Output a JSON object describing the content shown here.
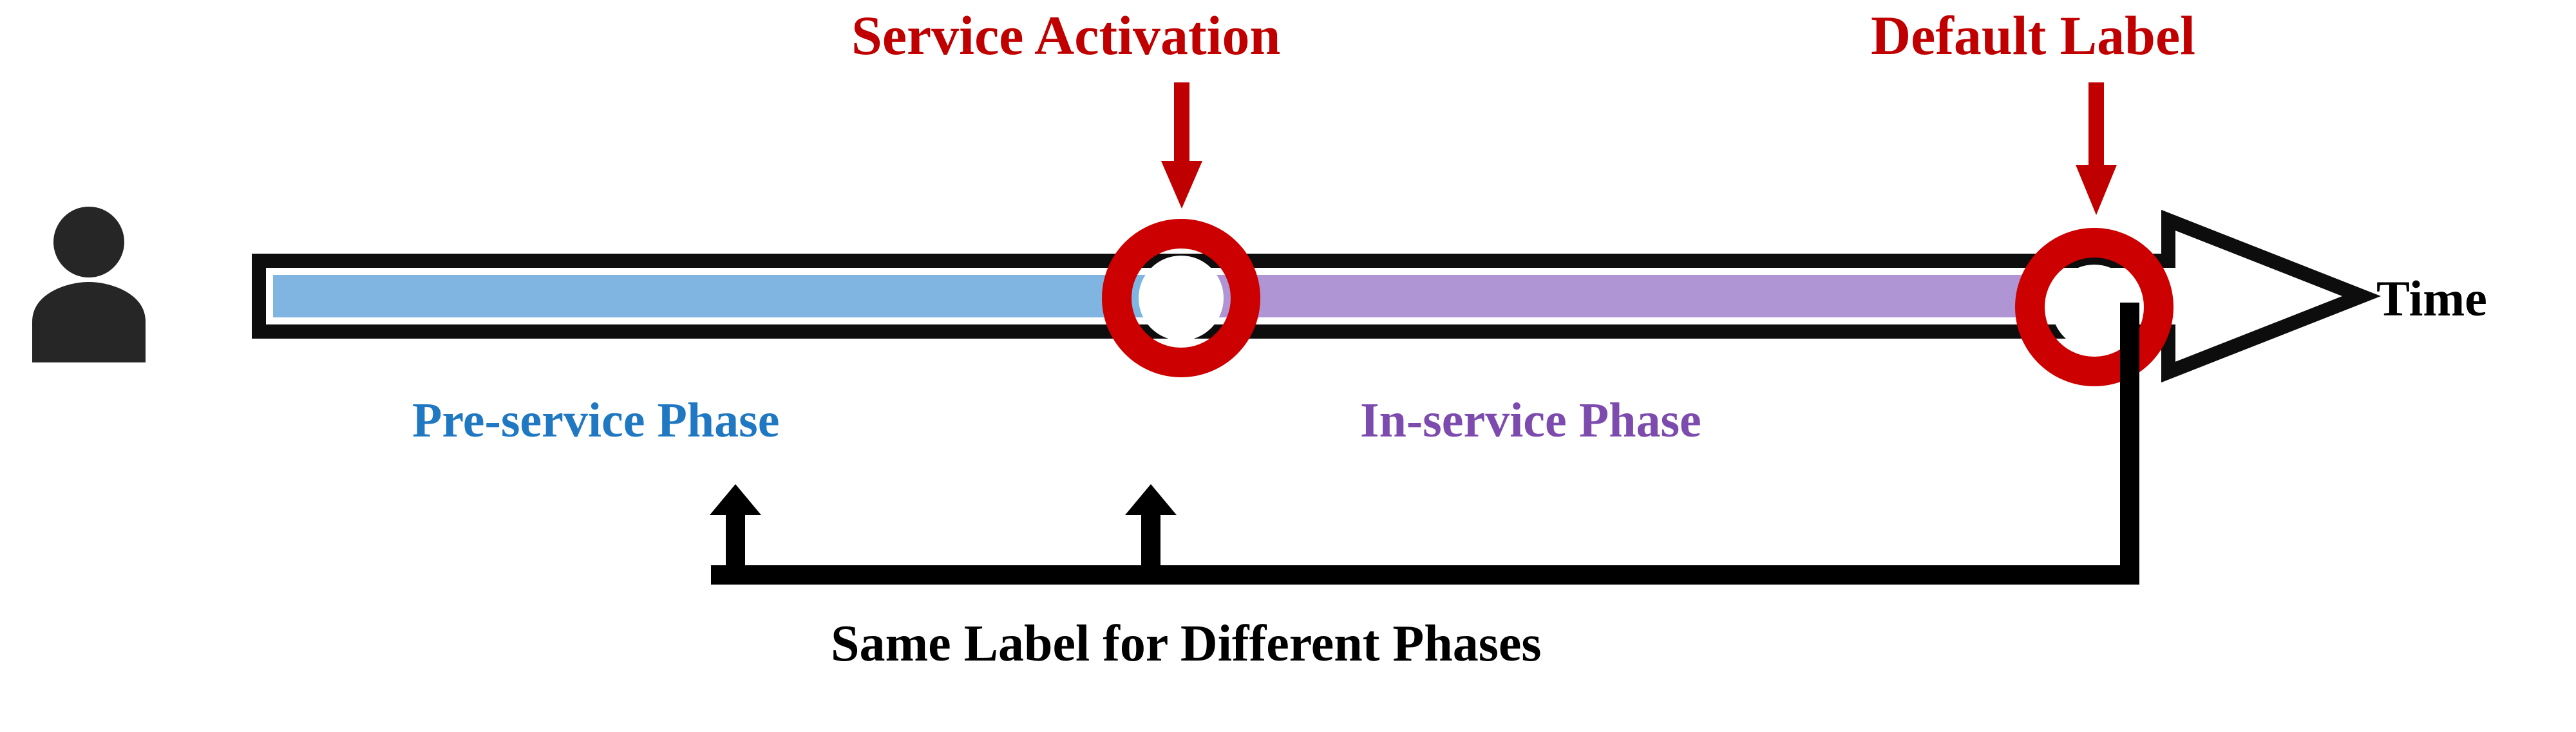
{
  "diagram": {
    "title_caption": "Same Label for Different Phases",
    "axis_label": "Time",
    "colors": {
      "accent_red": "#C00000",
      "marker_red": "#CC0000",
      "pre_service_blue": "#7FB5E0",
      "in_service_purple": "#B095D4",
      "pre_service_text": "#1F78C1",
      "in_service_text": "#7D4BAD",
      "outline_black": "#0D0D0D",
      "person_dark": "#262626",
      "background": "#FFFFFF"
    },
    "annotations": [
      {
        "id": "service-activation",
        "label": "Service Activation",
        "color": "#C00000",
        "points_to": "marker-1"
      },
      {
        "id": "default-label",
        "label": "Default Label",
        "color": "#C00000",
        "points_to": "marker-2"
      }
    ],
    "phases": [
      {
        "id": "pre-service",
        "label": "Pre-service Phase",
        "fill": "#7FB5E0",
        "text_color": "#1F78C1"
      },
      {
        "id": "in-service",
        "label": "In-service Phase",
        "fill": "#B095D4",
        "text_color": "#7D4BAD"
      }
    ],
    "markers": [
      {
        "id": "marker-1",
        "name": "service-activation-marker",
        "style": "red-ring"
      },
      {
        "id": "marker-2",
        "name": "default-label-marker",
        "style": "red-ring"
      }
    ],
    "icons": {
      "user": "user-icon",
      "time_arrow": "right-arrow-icon",
      "down_arrow": "arrow-down-icon",
      "up_arrow": "arrow-up-icon",
      "bracket": "bracket-connector-icon"
    }
  }
}
